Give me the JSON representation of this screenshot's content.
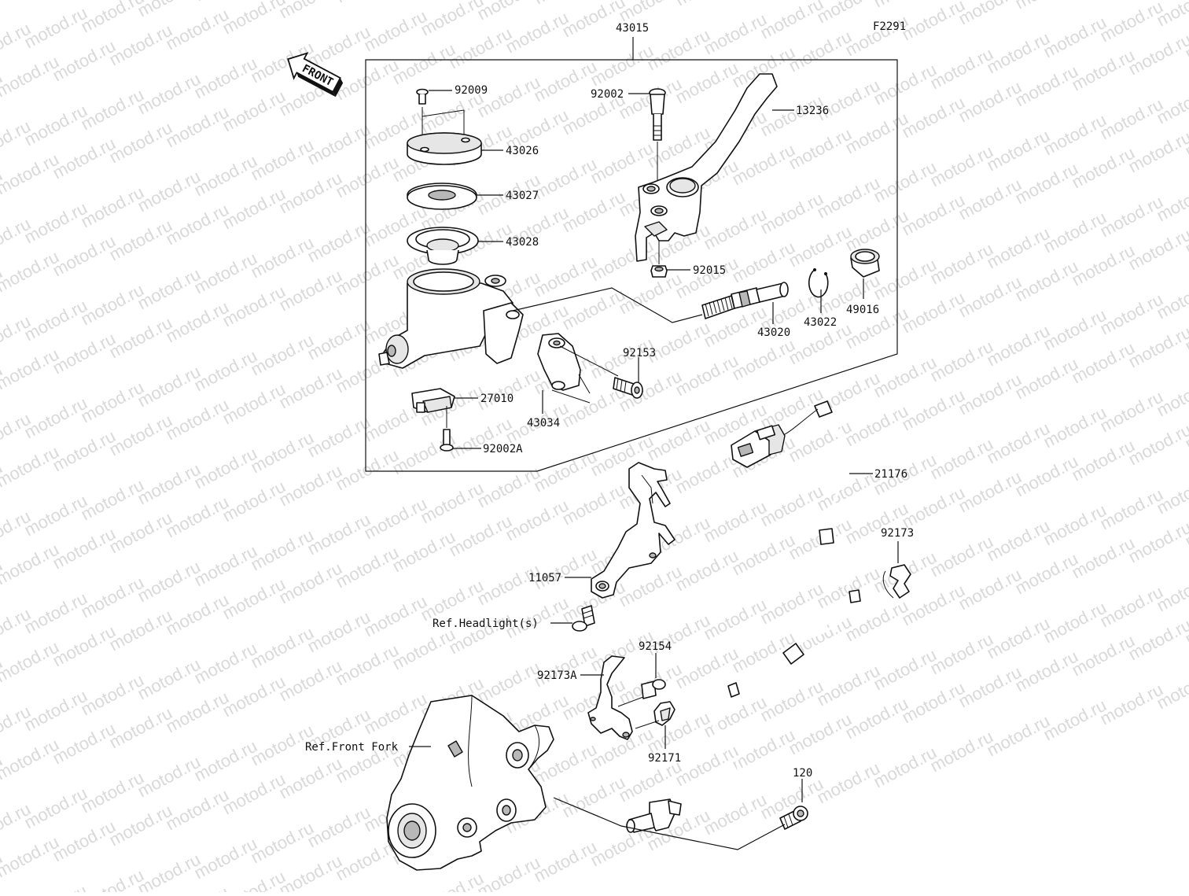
{
  "diagram": {
    "figure_code": "F2291",
    "front_label": "FRONT",
    "watermark": "motod.ru",
    "labels": {
      "assembly": "43015",
      "p92009": "92009",
      "p43026": "43026",
      "p43027": "43027",
      "p43028": "43028",
      "p92002": "92002",
      "p13236": "13236",
      "p92015": "92015",
      "p43020": "43020",
      "p43022": "43022",
      "p49016": "49016",
      "p92153": "92153",
      "p27010": "27010",
      "p43034": "43034",
      "p92002A": "92002A",
      "p21176": "21176",
      "p92173": "92173",
      "p11057": "11057",
      "ref_headlight": "Ref.Headlight(s)",
      "p92154": "92154",
      "p92173A": "92173A",
      "ref_front_fork": "Ref.Front Fork",
      "p92171": "92171",
      "p120": "120"
    }
  }
}
